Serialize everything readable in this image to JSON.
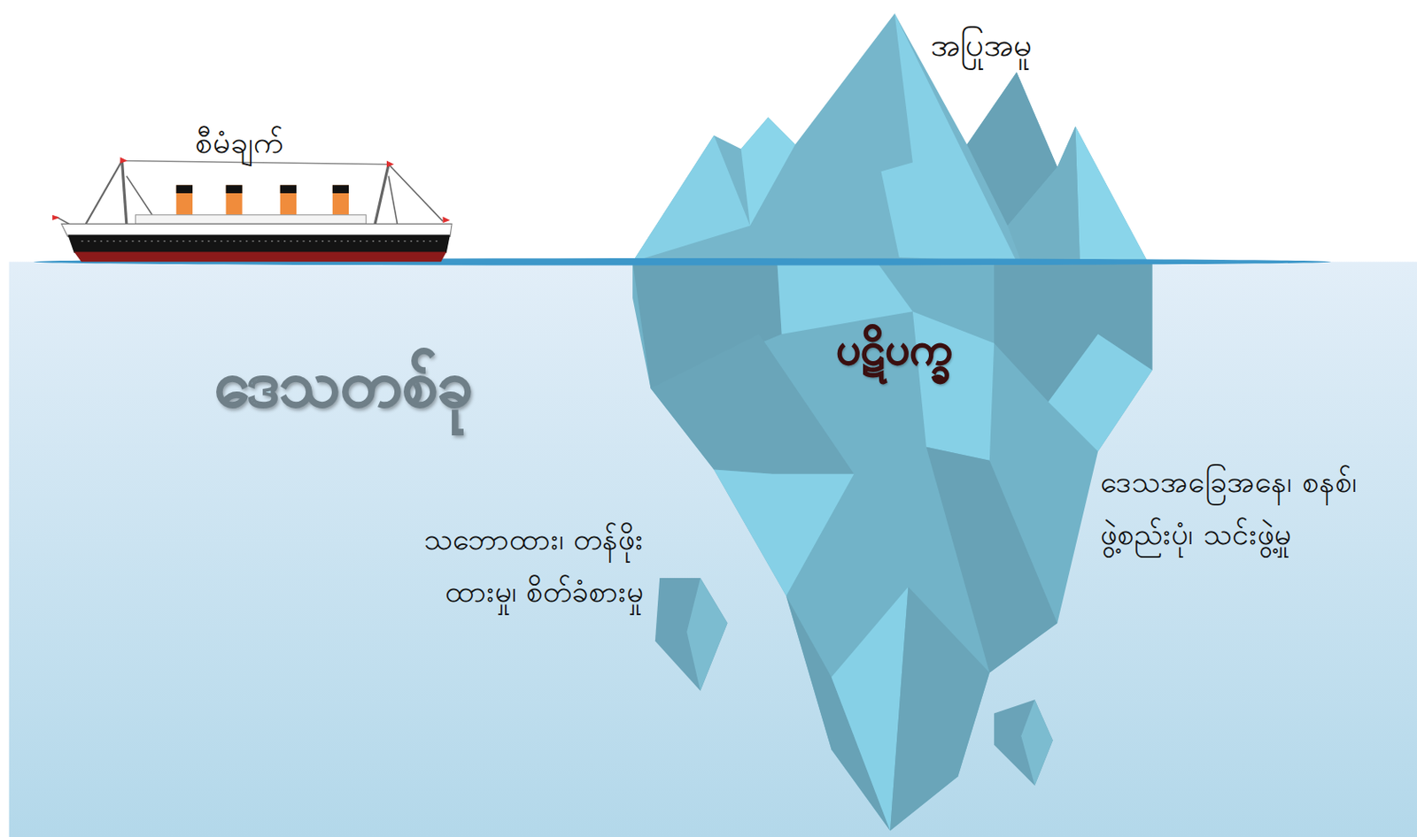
{
  "diagram": {
    "labels": [
      "အပြုအမူ",
      "စီမံချက်",
      "ပဋိပက္ခ",
      "ဒေသတစ်ခု",
      "ဒေသအခြေအနေ၊ စနစ်၊ ဖွဲ့စည်းပုံ၊ သင်းဖွဲ့မှု",
      "သဘောထား၊ တန်ဖိုးထားမှု၊ စိတ်ခံစားမှု"
    ]
  }
}
